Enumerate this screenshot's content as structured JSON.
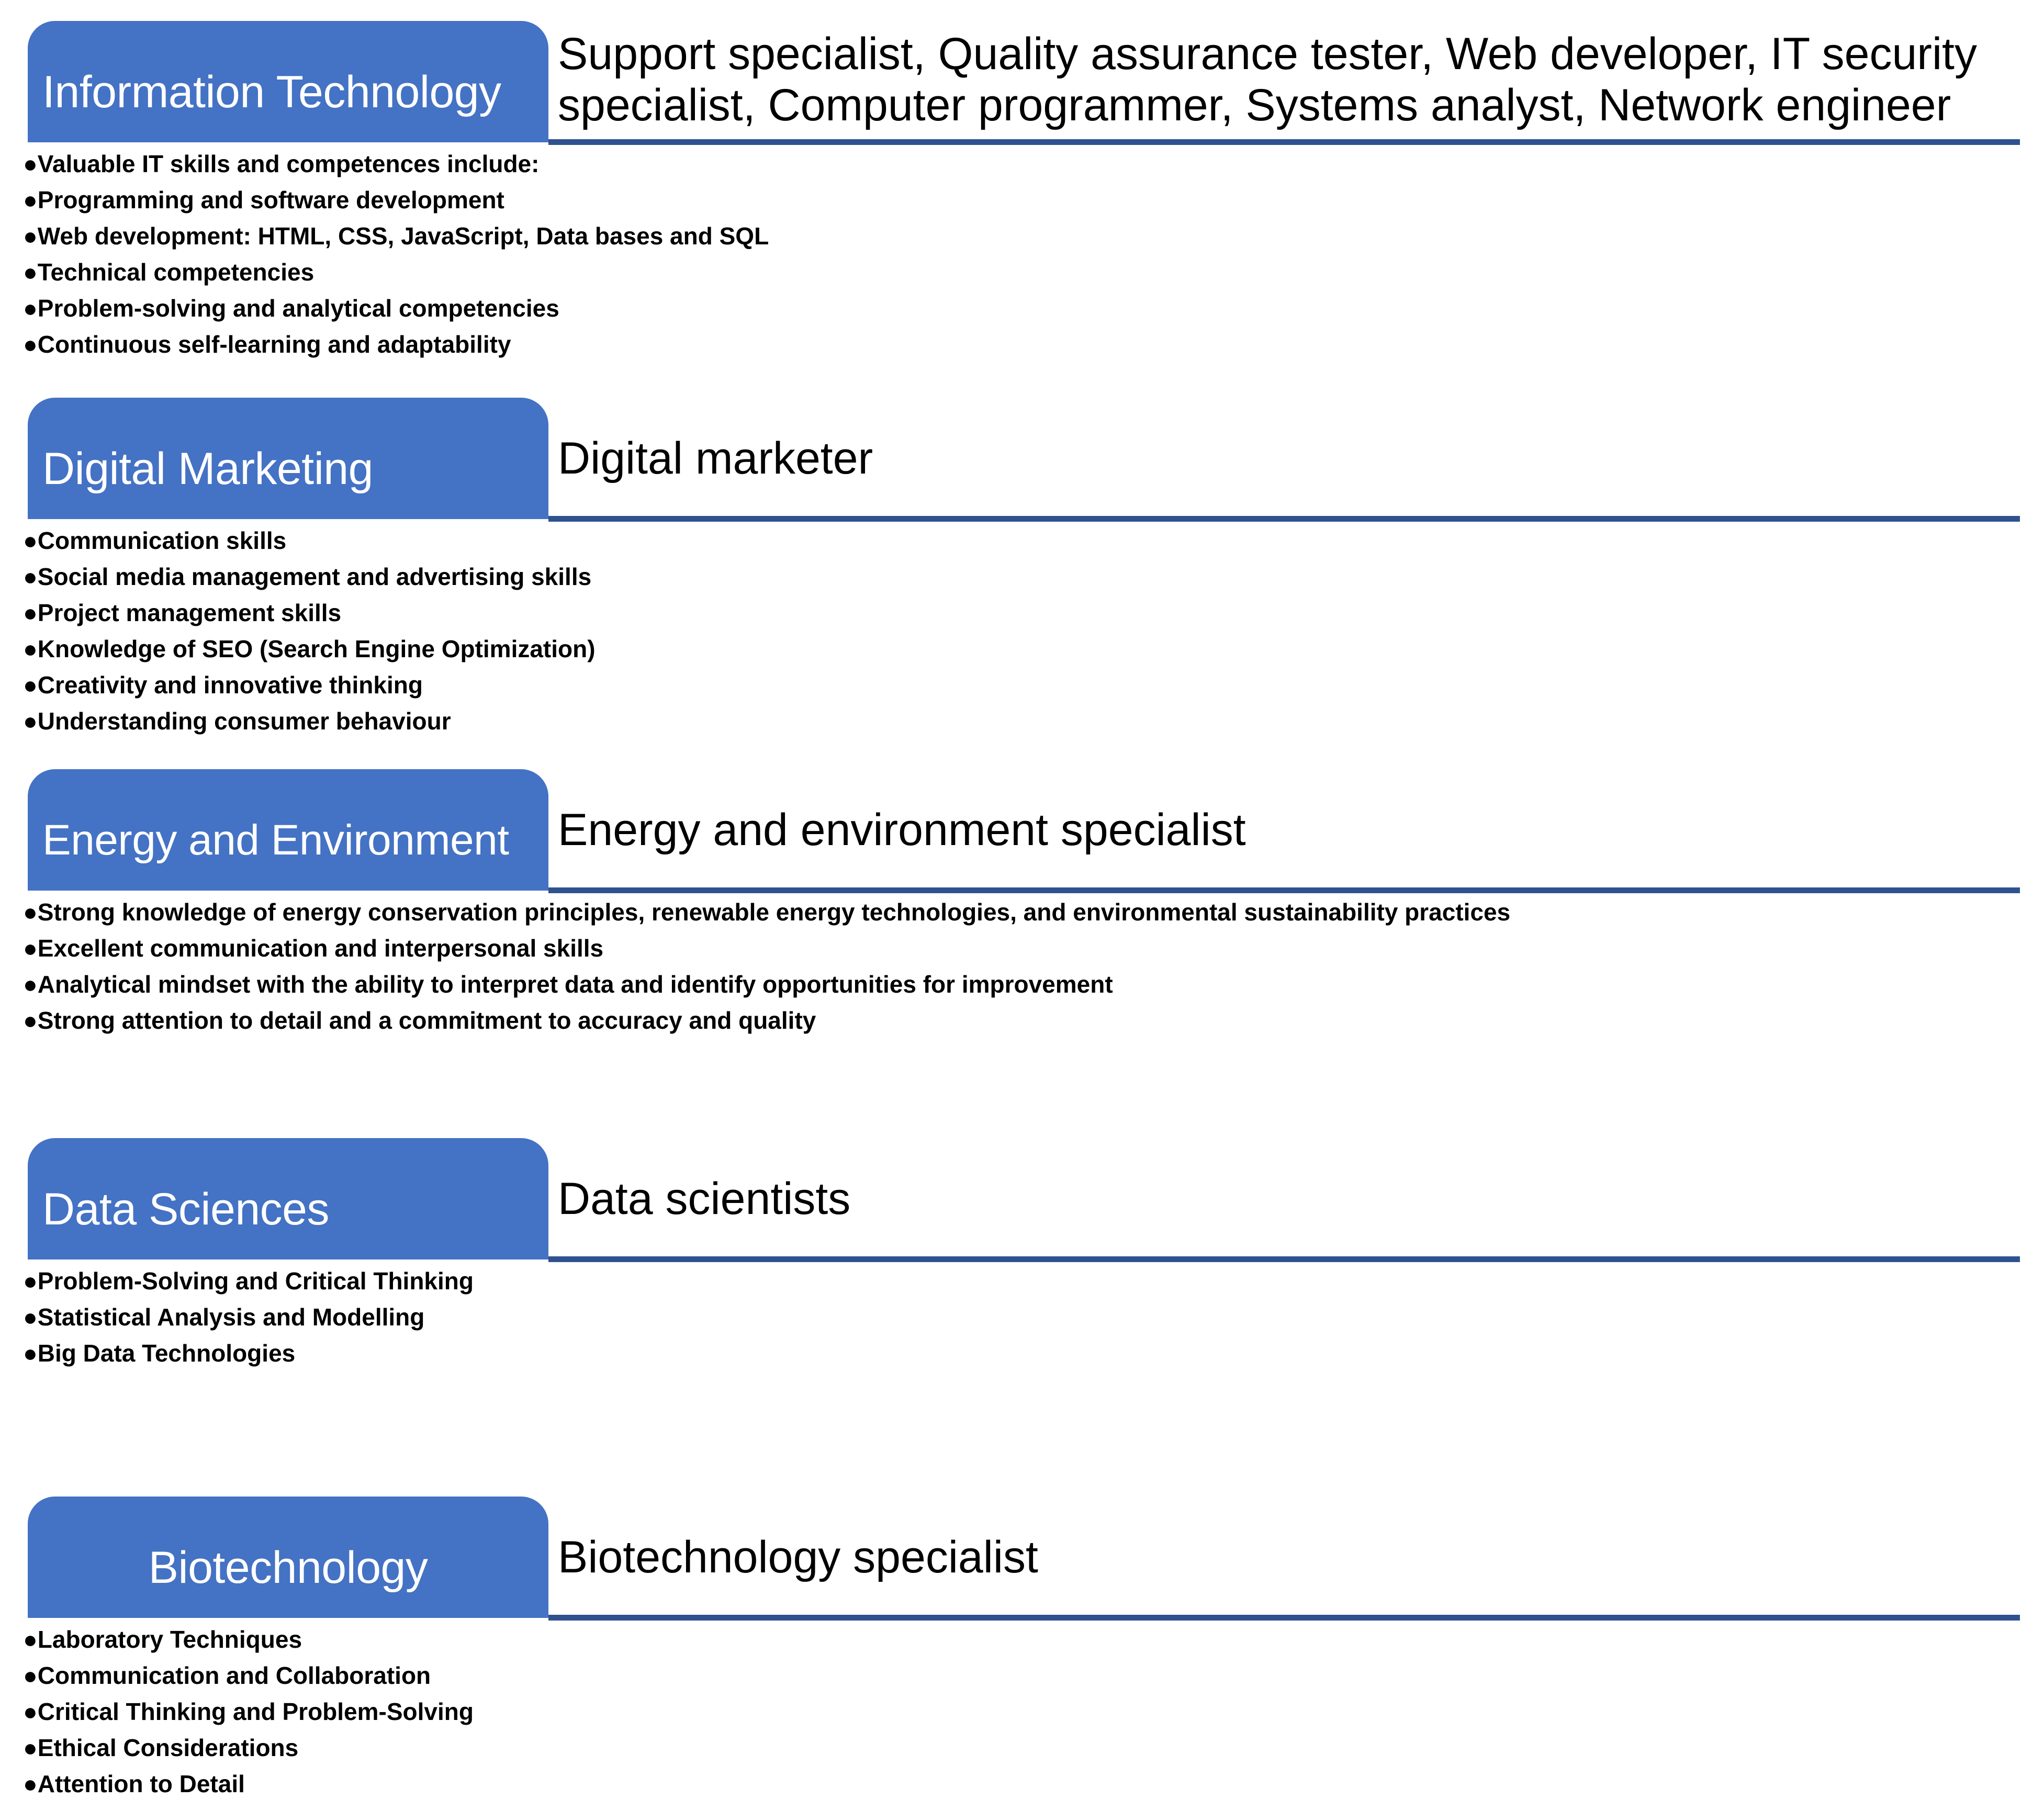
{
  "theme": {
    "pill_fill": "#4472C4",
    "rule_color": "#2F528F",
    "pill_text_color": "#FFFFFF",
    "body_text_color": "#000000",
    "background": "#FFFFFF",
    "bullet_glyph": "●"
  },
  "sectors": [
    {
      "title": "Information Technology",
      "title_align": "left",
      "roles": "Support specialist, Quality assurance tester, Web developer, IT security specialist, Computer programmer, Systems analyst, Network engineer",
      "roles_lines": [
        "Support specialist, Quality assurance tester, Web developer, IT security",
        "specialist, Computer programmer, Systems analyst, Network engineer"
      ],
      "bullets": [
        "Valuable IT skills and competences include:",
        "Programming and software development",
        "Web development: HTML, CSS, JavaScript, Data bases and SQL",
        "Technical competencies",
        "Problem-solving and analytical competencies",
        "Continuous self-learning and adaptability"
      ]
    },
    {
      "title": "Digital Marketing",
      "title_align": "left",
      "roles": "Digital marketer",
      "roles_lines": [
        "Digital marketer"
      ],
      "bullets": [
        "Communication skills",
        "Social media management and advertising skills",
        "Project management skills",
        "Knowledge of SEO (Search Engine Optimization)",
        "Creativity and innovative thinking",
        "Understanding consumer behaviour"
      ]
    },
    {
      "title": "Energy and Environment",
      "title_align": "left",
      "roles": "Energy and environment specialist",
      "roles_lines": [
        "Energy and environment specialist"
      ],
      "bullets": [
        "Strong knowledge of energy conservation principles, renewable energy technologies, and environmental sustainability practices",
        "Excellent communication and interpersonal skills",
        "Analytical mindset with the ability to interpret data and identify opportunities for improvement",
        "Strong attention to detail and a commitment to accuracy and quality"
      ]
    },
    {
      "title": "Data Sciences",
      "title_align": "left",
      "roles": "Data scientists",
      "roles_lines": [
        "Data scientists"
      ],
      "bullets": [
        "Problem-Solving and Critical Thinking",
        "Statistical Analysis and Modelling",
        "Big Data Technologies"
      ]
    },
    {
      "title": "Biotechnology",
      "title_align": "center",
      "roles": "Biotechnology specialist",
      "roles_lines": [
        "Biotechnology specialist"
      ],
      "bullets": [
        "Laboratory Techniques",
        "Communication and Collaboration",
        "Critical Thinking and Problem-Solving",
        "Ethical Considerations",
        "Attention to Detail"
      ]
    }
  ]
}
